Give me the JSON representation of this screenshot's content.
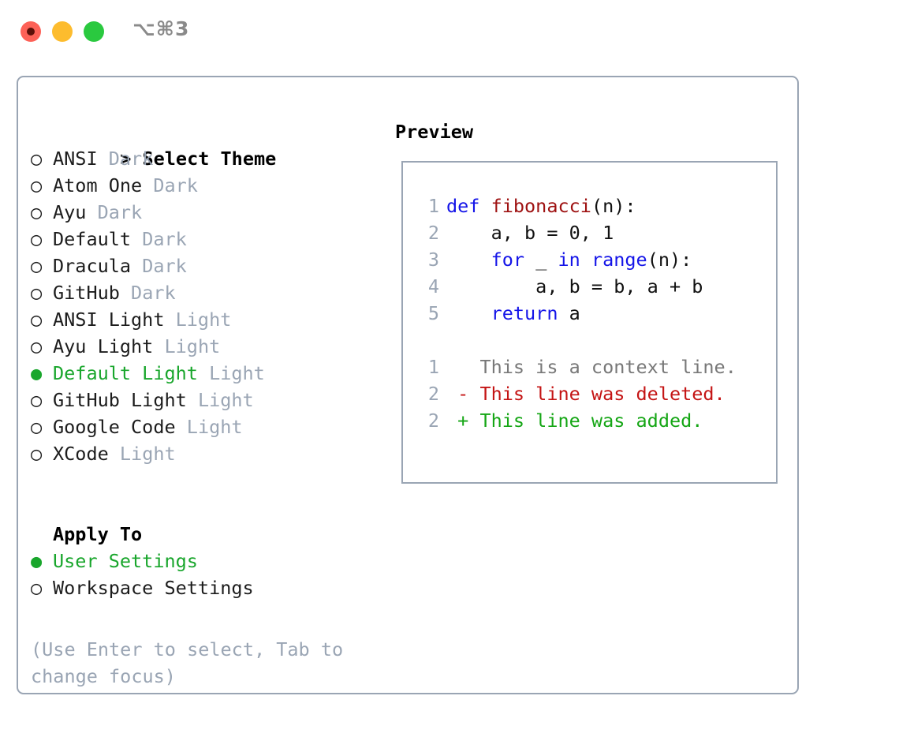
{
  "titlebar": {
    "shortcut": "⌥⌘3",
    "buttons": [
      {
        "name": "close",
        "color": "#fd6157"
      },
      {
        "name": "minimize",
        "color": "#fdbc2e"
      },
      {
        "name": "maximize",
        "color": "#2ac93f"
      }
    ]
  },
  "theme_panel": {
    "header": "> Select Theme",
    "marker_unselected": "○",
    "marker_selected": "●",
    "items": [
      {
        "label": "ANSI",
        "variant": "Dark",
        "selected": false
      },
      {
        "label": "Atom One",
        "variant": "Dark",
        "selected": false
      },
      {
        "label": "Ayu",
        "variant": "Dark",
        "selected": false
      },
      {
        "label": "Default",
        "variant": "Dark",
        "selected": false
      },
      {
        "label": "Dracula",
        "variant": "Dark",
        "selected": false
      },
      {
        "label": "GitHub",
        "variant": "Dark",
        "selected": false
      },
      {
        "label": "ANSI Light",
        "variant": "Light",
        "selected": false
      },
      {
        "label": "Ayu Light",
        "variant": "Light",
        "selected": false
      },
      {
        "label": "Default Light",
        "variant": "Light",
        "selected": true
      },
      {
        "label": "GitHub Light",
        "variant": "Light",
        "selected": false
      },
      {
        "label": "Google Code",
        "variant": "Light",
        "selected": false
      },
      {
        "label": "XCode",
        "variant": "Light",
        "selected": false
      }
    ]
  },
  "apply_to": {
    "header": "Apply To",
    "options": [
      {
        "label": "User Settings",
        "selected": true
      },
      {
        "label": "Workspace Settings",
        "selected": false
      }
    ]
  },
  "hint": "(Use Enter to select, Tab to change focus)",
  "preview": {
    "title": "Preview",
    "code_lines": [
      {
        "num": "1",
        "tokens": [
          {
            "t": "def ",
            "c": "kw"
          },
          {
            "t": "fibonacci",
            "c": "fn"
          },
          {
            "t": "(n):",
            "c": "pl"
          }
        ]
      },
      {
        "num": "2",
        "tokens": [
          {
            "t": "    a, b = 0, 1",
            "c": "pl"
          }
        ]
      },
      {
        "num": "3",
        "tokens": [
          {
            "t": "    ",
            "c": "pl"
          },
          {
            "t": "for",
            "c": "kw"
          },
          {
            "t": " _ ",
            "c": "pl"
          },
          {
            "t": "in",
            "c": "kw"
          },
          {
            "t": " ",
            "c": "pl"
          },
          {
            "t": "range",
            "c": "kw"
          },
          {
            "t": "(n):",
            "c": "pl"
          }
        ]
      },
      {
        "num": "4",
        "tokens": [
          {
            "t": "        a, b = b, a + b",
            "c": "pl"
          }
        ]
      },
      {
        "num": "5",
        "tokens": [
          {
            "t": "    ",
            "c": "pl"
          },
          {
            "t": "return",
            "c": "kw"
          },
          {
            "t": " a",
            "c": "pl"
          }
        ]
      }
    ],
    "diff_lines": [
      {
        "num": "1",
        "sign": " ",
        "text": " This is a context line.",
        "c": "ctx"
      },
      {
        "num": "2",
        "sign": "-",
        "text": " This line was deleted.",
        "c": "del"
      },
      {
        "num": "2",
        "sign": "+",
        "text": " This line was added.",
        "c": "add"
      }
    ]
  },
  "colors": {
    "accent_green": "#19a62c",
    "muted": "#9aa5b4",
    "keyword_blue": "#1414e8",
    "function_red": "#9e1111",
    "diff_delete": "#c41414",
    "diff_add": "#15a615",
    "border": "#9aa5b4"
  }
}
